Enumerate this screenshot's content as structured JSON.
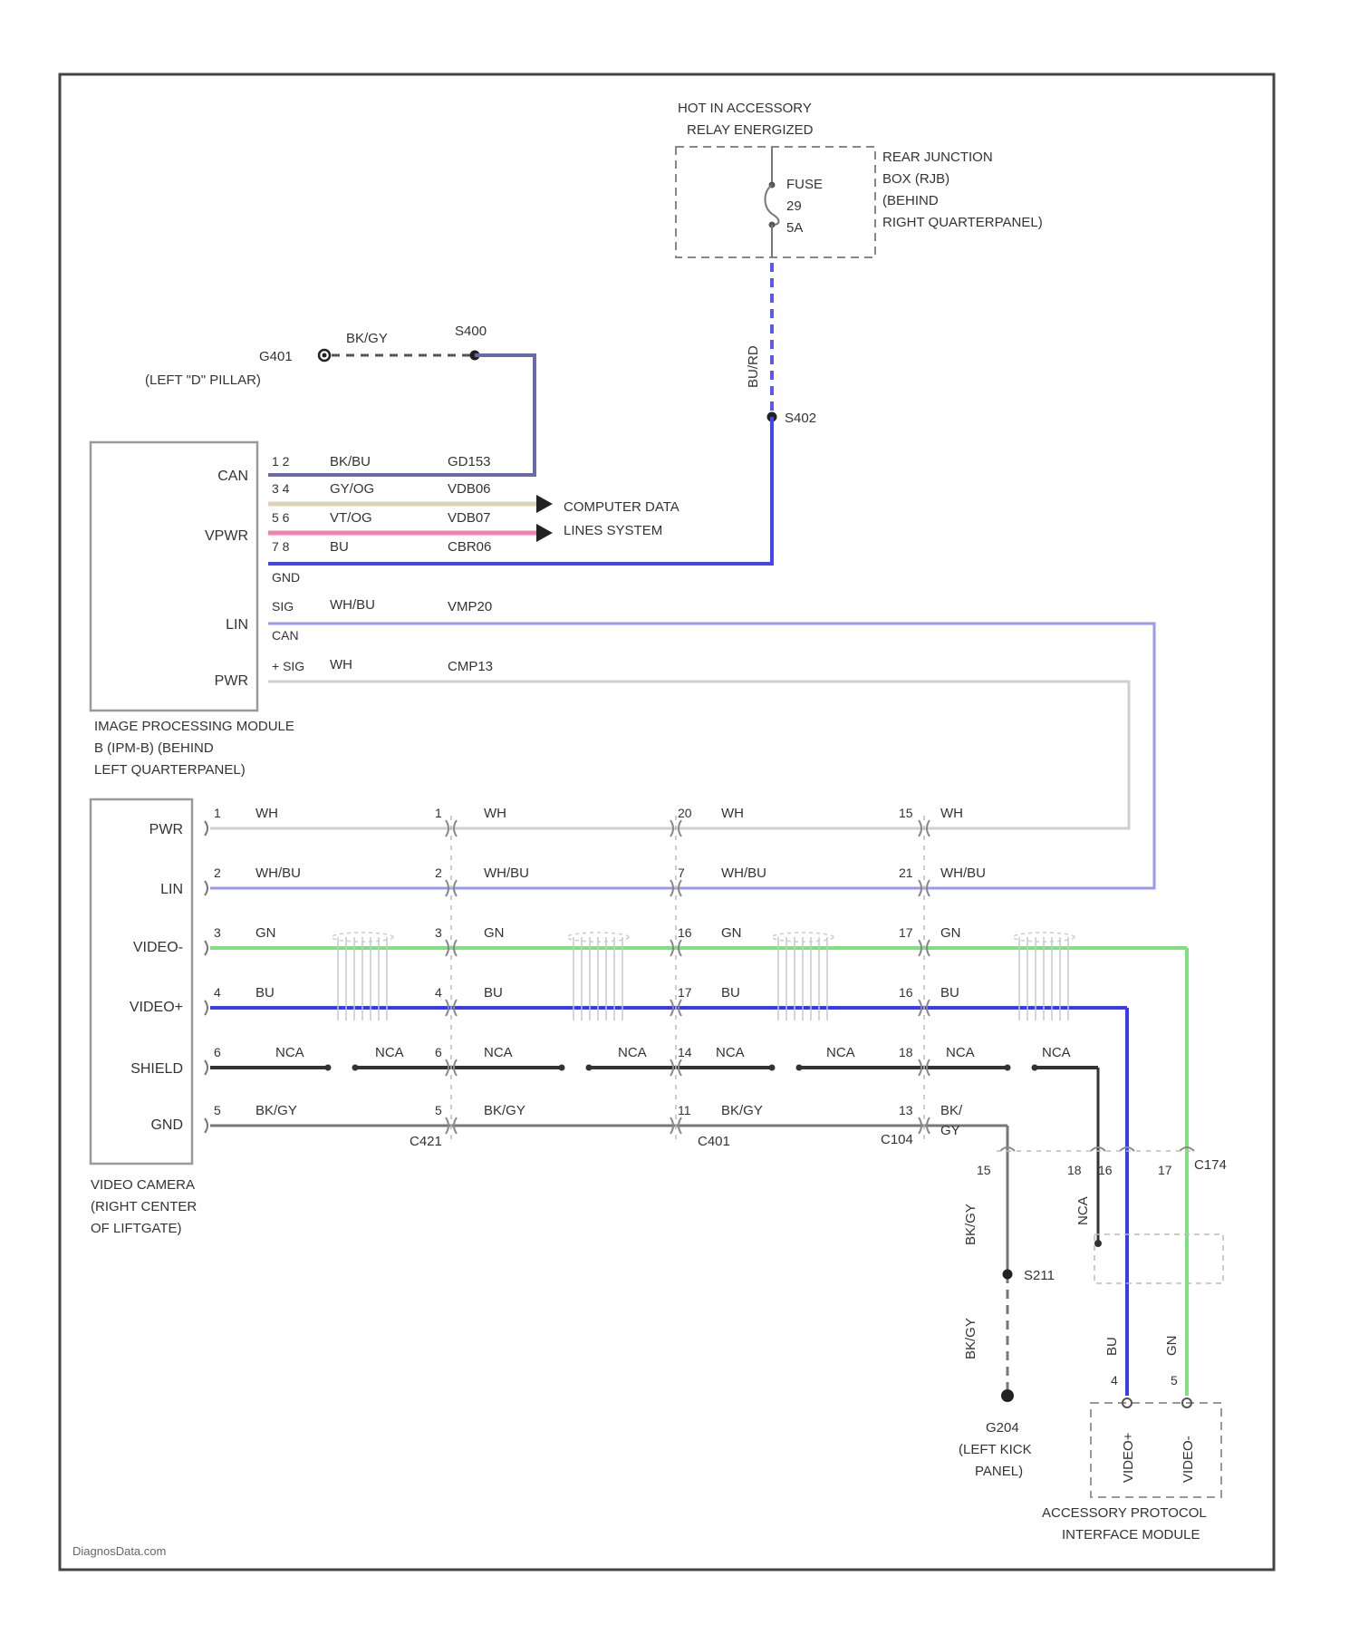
{
  "relay_label": [
    "HOT IN ACCESSORY",
    "RELAY ENERGIZED"
  ],
  "rjb": {
    "fuse": [
      "FUSE",
      "29",
      "5A"
    ],
    "label": [
      "REAR JUNCTION",
      "BOX (RJB)",
      "(BEHIND",
      "RIGHT QUARTERPANEL)"
    ]
  },
  "splices": {
    "s402": "S402",
    "s402_wire": "BU/RD",
    "g401": "G401",
    "g401_pillar": "(LEFT \"D\" PILLAR)",
    "g401_wire": "BK/GY",
    "s400": "S400",
    "s211": "S211",
    "g204": [
      "G204",
      "(LEFT KICK",
      "PANEL)"
    ]
  },
  "ipm": {
    "pins": [
      "CAN",
      "VPWR",
      "LIN",
      "PWR"
    ],
    "rows": [
      {
        "pins": "1  2",
        "color": "BK/BU",
        "circuit": "GD153"
      },
      {
        "pins": "3  4",
        "color": "GY/OG",
        "circuit": "VDB06"
      },
      {
        "pins": "5  6",
        "color": "VT/OG",
        "circuit": "VDB07"
      },
      {
        "pins": "7  8",
        "color": "BU",
        "circuit": "CBR06"
      },
      {
        "pins": "GND",
        "color": "",
        "circuit": ""
      },
      {
        "pins": "SIG",
        "color": "WH/BU",
        "circuit": "VMP20"
      },
      {
        "pins": "CAN",
        "color": "",
        "circuit": ""
      },
      {
        "pins": "+ SIG",
        "color": "WH",
        "circuit": "CMP13"
      }
    ],
    "label": [
      "IMAGE PROCESSING MODULE",
      "B (IPM-B) (BEHIND",
      "LEFT QUARTERPANEL)"
    ]
  },
  "computer_data": [
    "COMPUTER DATA",
    "LINES SYSTEM"
  ],
  "camera": {
    "pins": [
      "PWR",
      "LIN",
      "VIDEO-",
      "VIDEO+",
      "SHIELD",
      "GND"
    ],
    "label": [
      "VIDEO CAMERA",
      "(RIGHT CENTER",
      "OF LIFTGATE)"
    ]
  },
  "harness_rows": [
    {
      "pins": [
        "1",
        "1",
        "20",
        "15"
      ],
      "labels": [
        "WH",
        "WH",
        "WH",
        "WH"
      ]
    },
    {
      "pins": [
        "2",
        "2",
        "7",
        "21"
      ],
      "labels": [
        "WH/BU",
        "WH/BU",
        "WH/BU",
        "WH/BU"
      ]
    },
    {
      "pins": [
        "3",
        "3",
        "16",
        "17"
      ],
      "labels": [
        "GN",
        "GN",
        "GN",
        "GN"
      ]
    },
    {
      "pins": [
        "4",
        "4",
        "17",
        "16"
      ],
      "labels": [
        "BU",
        "BU",
        "BU",
        "BU"
      ]
    },
    {
      "pins": [
        "6",
        "6",
        "14",
        "18"
      ],
      "labels": [
        "NCA",
        "NCA",
        "NCA",
        "NCA",
        "NCA",
        "NCA",
        "NCA",
        "NCA"
      ]
    },
    {
      "pins": [
        "5",
        "5",
        "11",
        "13"
      ],
      "labels": [
        "BK/GY",
        "BK/GY",
        "BK/GY",
        [
          "BK/",
          "GY"
        ]
      ]
    }
  ],
  "connectors": [
    "C421",
    "C401",
    "C104",
    "C174"
  ],
  "drop": {
    "pins": [
      "15",
      "18",
      "16",
      "17"
    ],
    "vlabels": [
      "BK/GY",
      "NCA",
      "BK/GY"
    ],
    "apim_wires": [
      "BU",
      "GN"
    ],
    "apim_pins": [
      "4",
      "5"
    ]
  },
  "apim": {
    "pins": [
      "VIDEO+",
      "VIDEO-"
    ],
    "label": [
      "ACCESSORY PROTOCOL",
      "INTERFACE MODULE"
    ]
  },
  "watermark": "DiagnosData.com",
  "colors": {
    "bk_bu": "#6a6aa8",
    "bu": "#3a3af0",
    "gy_og": "#ddd4b8",
    "vt_og": "#f080b0",
    "wh_bu": "#9a9af0",
    "wh": "#cfcfcf",
    "gn": "#7ee07e",
    "shield": "#333333",
    "bk_gy": "#777777"
  }
}
